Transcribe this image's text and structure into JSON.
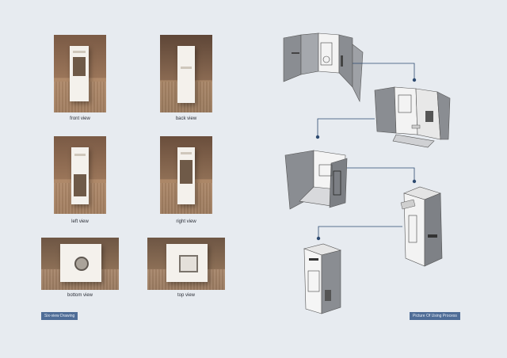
{
  "views": {
    "front": "front view",
    "back": "back view",
    "left": "left view",
    "right": "right view",
    "bottom": "bottom view",
    "top": "top view"
  },
  "labels": {
    "six_view": "Six-view Drawing",
    "process": "Picture Of Using Process"
  },
  "colors": {
    "page_bg": "#e7ebf0",
    "tag_bg": "#4f6d97",
    "connector": "#2d4a70",
    "panel_gray": "#8a8d92",
    "panel_light": "#f3f3f3"
  }
}
